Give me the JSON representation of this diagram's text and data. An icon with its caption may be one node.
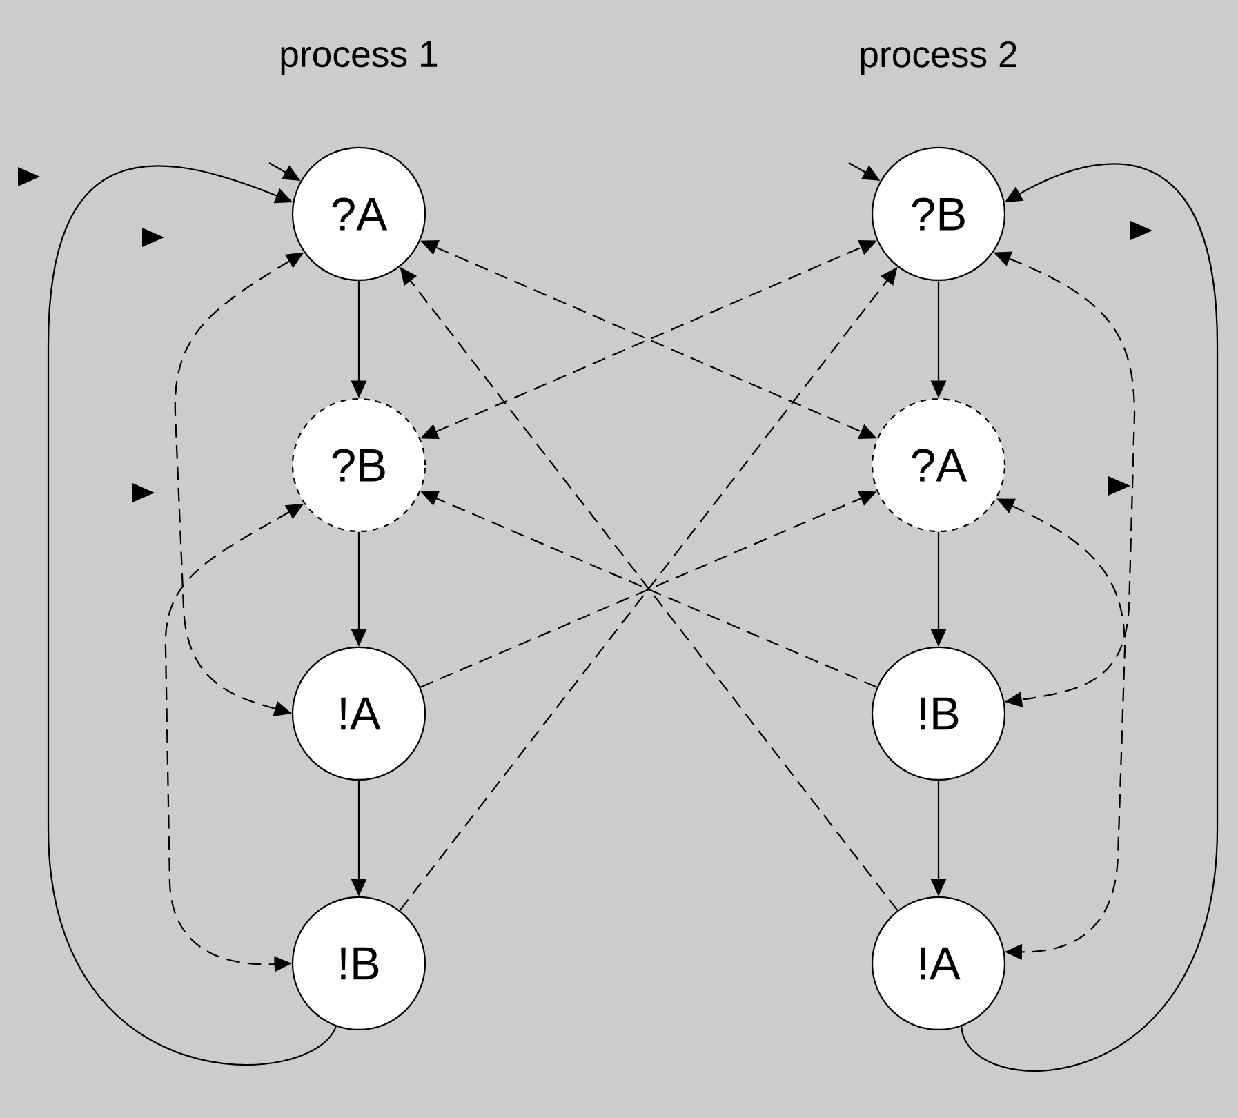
{
  "diagram": {
    "nodes": [
      {
        "text": [
          "?A"
        ]
      },
      {
        "text": [
          "?B"
        ]
      },
      {
        "text": [
          "!A"
        ]
      },
      {
        "text": [
          "!B"
        ]
      },
      {
        "text": [
          "?B"
        ]
      },
      {
        "text": [
          "?A"
        ]
      },
      {
        "text": [
          "!B"
        ]
      },
      {
        "text": [
          "!A"
        ]
      }
    ],
    "edges": [
      {
        "from": null,
        "to": 0,
        "arrow": "to"
      },
      {
        "from": null,
        "to": 4,
        "arrow": "to"
      },
      {
        "from": 0,
        "to": 1,
        "arrow": "to"
      },
      {
        "from": 1,
        "to": 2,
        "arrow": "to"
      },
      {
        "from": 2,
        "to": 3,
        "arrow": "to"
      },
      {
        "from": 4,
        "to": 5,
        "arrow": "to"
      },
      {
        "from": 5,
        "to": 6,
        "arrow": "to"
      },
      {
        "from": 6,
        "to": 7,
        "arrow": "to"
      },
      {
        "from": 3,
        "to": 0,
        "arrow": "to"
      },
      {
        "from": 7,
        "to": 4,
        "arrow": "to"
      },
      {
        "from": 0,
        "to": 2,
        "arrow": "both",
        "style": "dashed"
      },
      {
        "from": 1,
        "to": 3,
        "arrow": "both",
        "style": "dashed"
      },
      {
        "from": 4,
        "to": 6,
        "arrow": "both",
        "style": "dashed"
      },
      {
        "from": 5,
        "to": 7,
        "arrow": "both",
        "style": "dashed"
      },
      {
        "from": 0,
        "to": 5,
        "arrow": "both",
        "style": "dashed"
      },
      {
        "from": 1,
        "to": 4,
        "arrow": "both",
        "style": "dashed"
      },
      {
        "from": 2,
        "to": 5,
        "arrow": "to",
        "style": "dashed"
      },
      {
        "from": 3,
        "to": 4,
        "arrow": "to",
        "style": "dashed"
      },
      {
        "from": 6,
        "to": 1,
        "arrow": "to",
        "style": "dashed"
      },
      {
        "from": 7,
        "to": 0,
        "arrow": "to",
        "style": "dashed"
      }
    ],
    "labels": [
      "process 1",
      "process 2"
    ]
  }
}
